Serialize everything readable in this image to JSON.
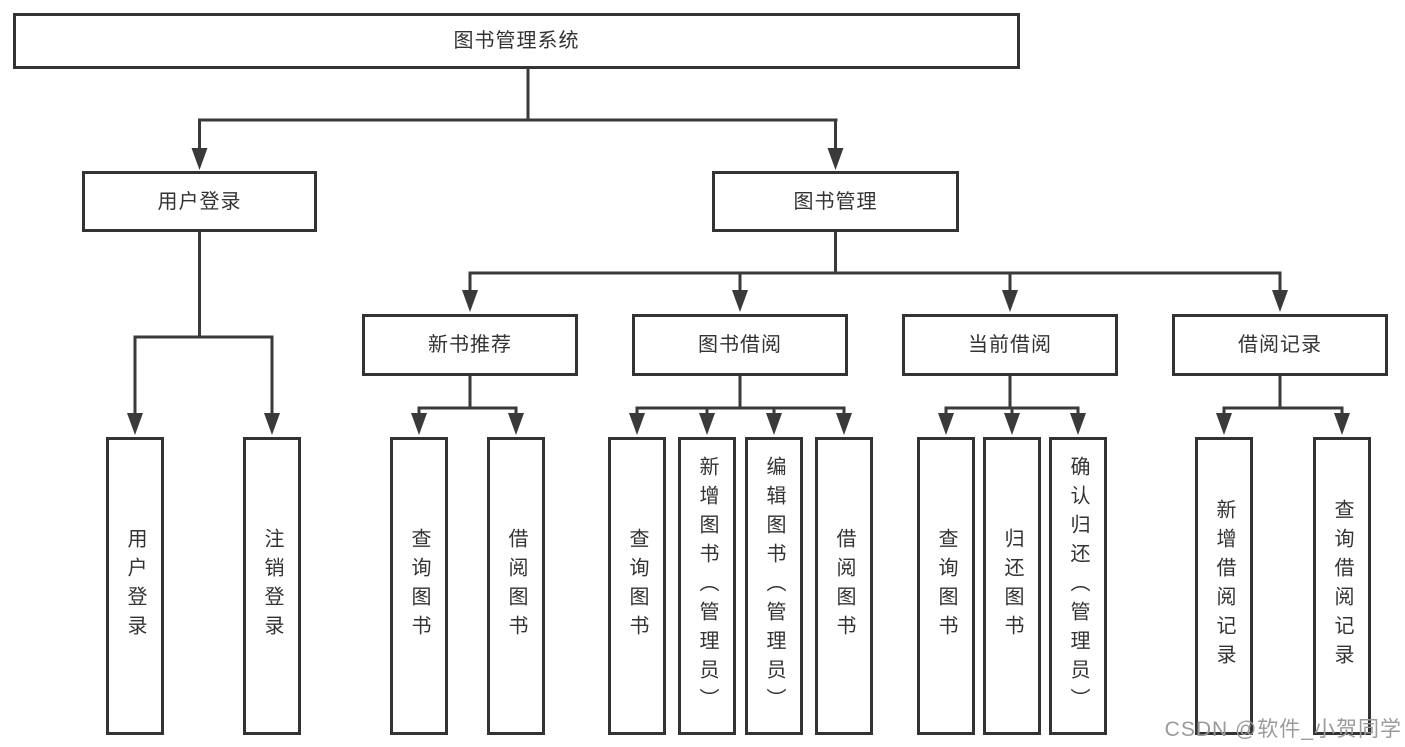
{
  "tree": {
    "root": {
      "label": "图书管理系统"
    },
    "branches": [
      {
        "label": "用户登录",
        "children": [
          {
            "label": "用户登录"
          },
          {
            "label": "注销登录"
          }
        ]
      },
      {
        "label": "图书管理",
        "children": [
          {
            "label": "新书推荐",
            "children": [
              {
                "label": "查询图书"
              },
              {
                "label": "借阅图书"
              }
            ]
          },
          {
            "label": "图书借阅",
            "children": [
              {
                "label": "查询图书"
              },
              {
                "label": "新增图书（管理员）"
              },
              {
                "label": "编辑图书（管理员）"
              },
              {
                "label": "借阅图书"
              }
            ]
          },
          {
            "label": "当前借阅",
            "children": [
              {
                "label": "查询图书"
              },
              {
                "label": "归还图书"
              },
              {
                "label": "确认归还（管理员）"
              }
            ]
          },
          {
            "label": "借阅记录",
            "children": [
              {
                "label": "新增借阅记录"
              },
              {
                "label": "查询借阅记录"
              }
            ]
          }
        ]
      }
    ]
  },
  "watermark": {
    "text": "CSDN @软件_小贺同学"
  },
  "colors": {
    "line": "#3a3a3a",
    "box_border": "#333333",
    "text": "#333333",
    "background": "#ffffff",
    "watermark": "#9b9b9b"
  }
}
